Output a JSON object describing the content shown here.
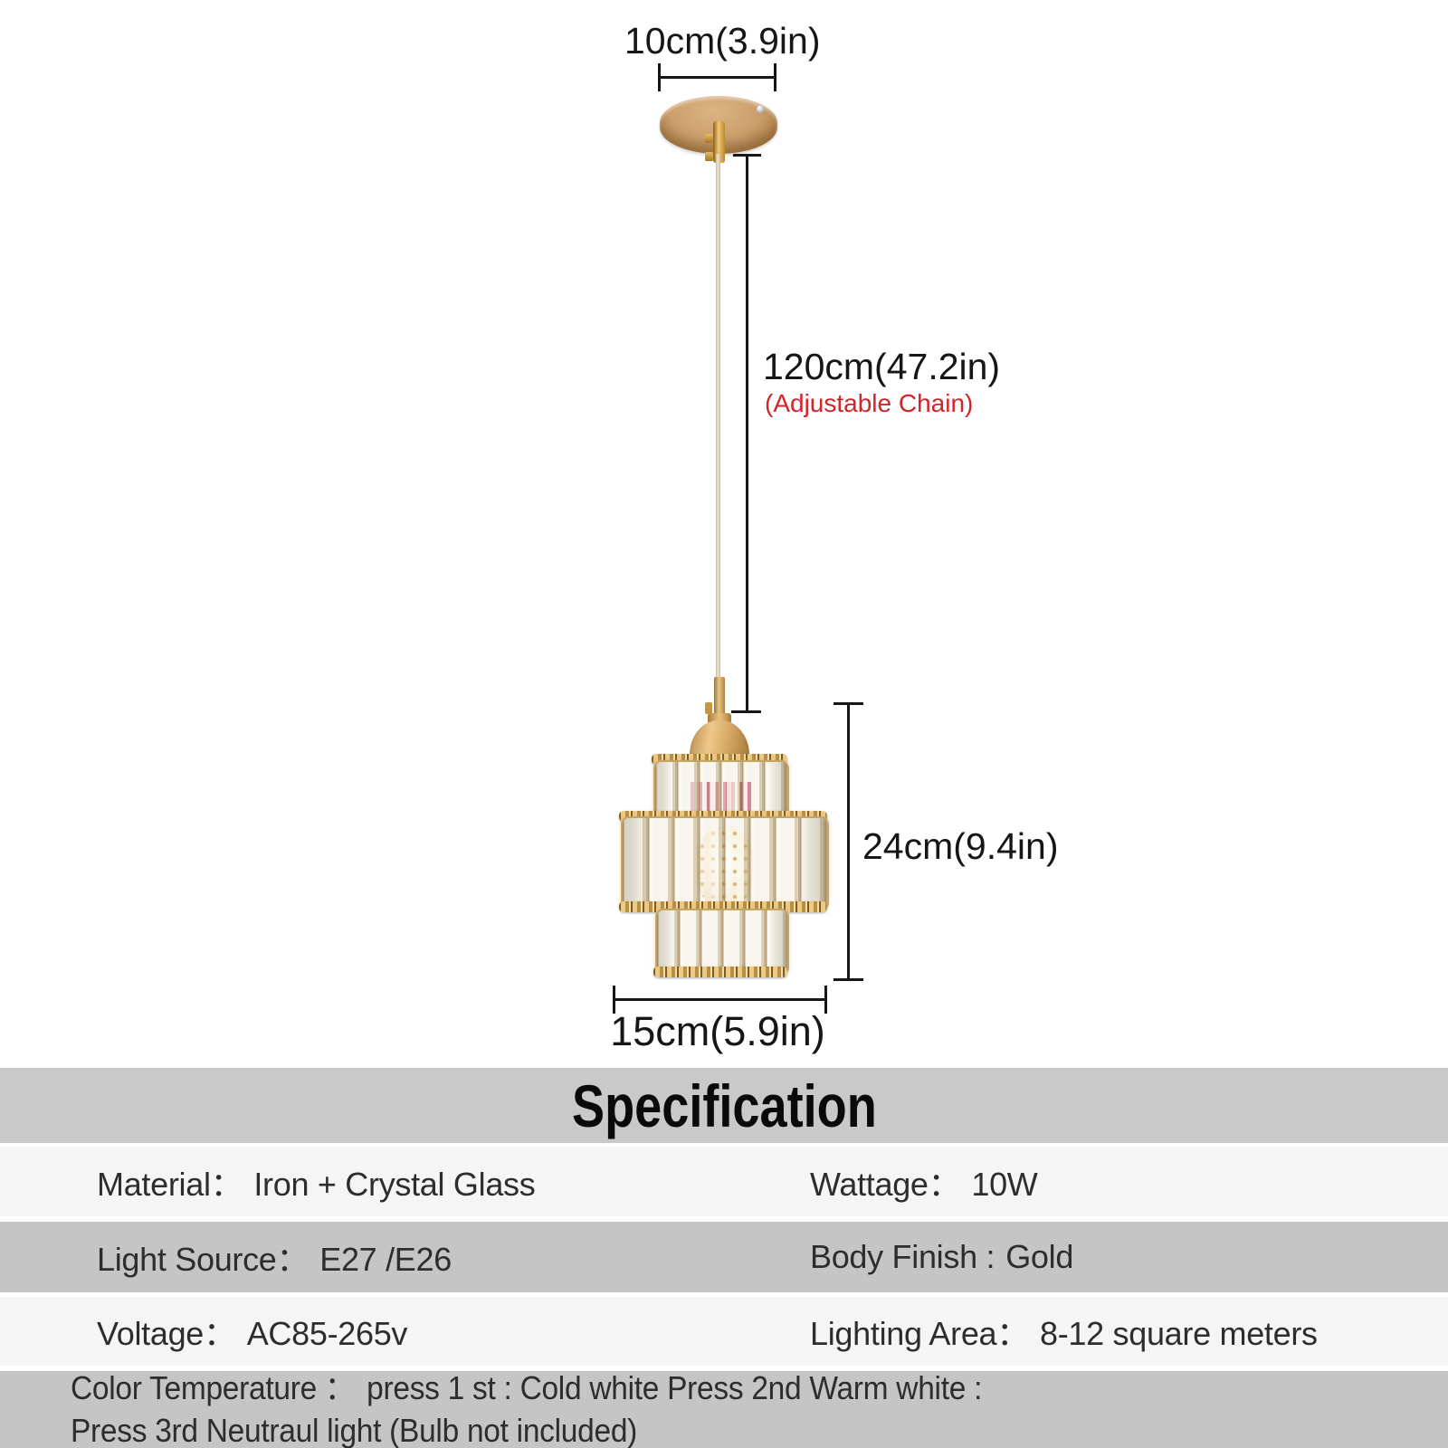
{
  "diagram": {
    "labels": {
      "canopy_width": "10cm(3.9in)",
      "cord_length": "120cm(47.2in)",
      "cord_note": "(Adjustable Chain)",
      "shade_height": "24cm(9.4in)",
      "shade_width": "15cm(5.9in)"
    },
    "colors": {
      "body_gold": "#c79a5f",
      "cord_beige": "#e4dac1",
      "note_red": "#d42329",
      "dimension_line": "#161616",
      "socket_pink": "#cf7080"
    }
  },
  "specification": {
    "title": "Specification",
    "rows": [
      {
        "left_label": "Material：",
        "left_value": "Iron + Crystal Glass",
        "right_label": "Wattage：",
        "right_value": "10W"
      },
      {
        "left_label": "Light Source：",
        "left_value": "E27 /E26",
        "right_label": "Body Finish :",
        "right_value": "Gold"
      },
      {
        "left_label": "Voltage：",
        "left_value": "AC85-265v",
        "right_label": "Lighting Area：",
        "right_value": "8-12 square meters"
      },
      {
        "full_label": "Color Temperature ：",
        "full_value": "press 1 st : Cold white Press 2nd Warm white :",
        "line2": "Press 3rd Neutraul light (Bulb not included)"
      }
    ]
  }
}
